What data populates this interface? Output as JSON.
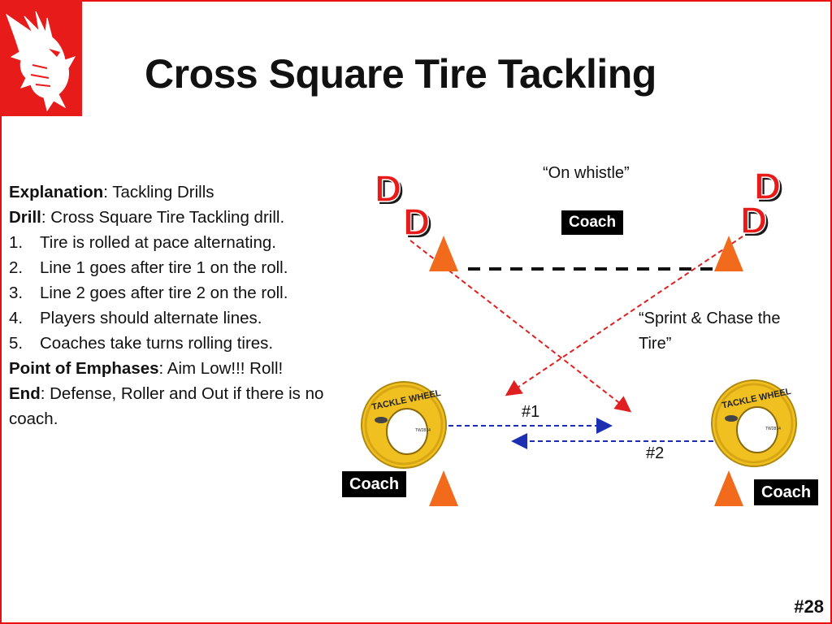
{
  "slide": {
    "title": "Cross Square Tire Tackling",
    "number": "#28",
    "colors": {
      "border": "#e81010",
      "logo_bg": "#e81b1b",
      "cone": "#f26b1d",
      "x_line": "#e02020",
      "pass_line": "#1c2fb0",
      "tire": "#f0c020"
    }
  },
  "text": {
    "explanation_label": "Explanation",
    "explanation_value": ": Tackling Drills",
    "drill_label": "Drill",
    "drill_value": ": Cross Square Tire Tackling drill.",
    "steps": [
      {
        "n": "1.",
        "text": "Tire is rolled at pace alternating."
      },
      {
        "n": "2.",
        "text": "Line 1 goes after tire 1 on the roll."
      },
      {
        "n": "3.",
        "text": "Line 2 goes after tire 2 on the roll."
      },
      {
        "n": "4.",
        "text": "Players should alternate lines."
      },
      {
        "n": "5.",
        "text": "Coaches take turns rolling tires."
      }
    ],
    "emphasis_label": "Point of Emphases",
    "emphasis_value": ": Aim Low!!! Roll!",
    "end_label": "End",
    "end_value": ": Defense, Roller and Out if there is no coach."
  },
  "diagram": {
    "whistle_label": "“On whistle”",
    "sprint_label": "“Sprint & Chase the Tire”",
    "tire1_label": "#1",
    "tire2_label": "#2",
    "defender_letter": "D",
    "coach_label": "Coach",
    "tire_brand": "TACKLE WHEEL",
    "tire_model": "TW2814"
  }
}
